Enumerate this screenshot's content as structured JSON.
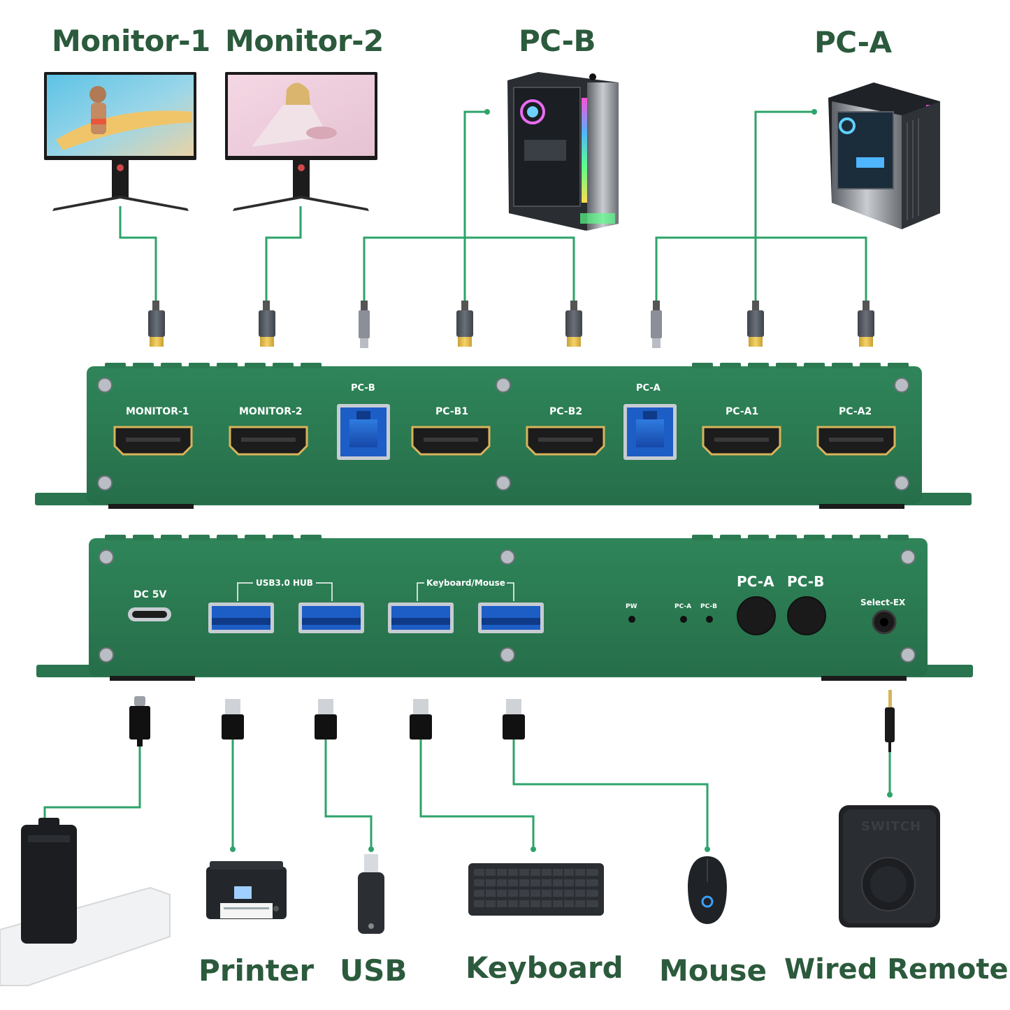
{
  "top_labels": {
    "monitor1": "Monitor-1",
    "monitor2": "Monitor-2",
    "pcb": "PC-B",
    "pca": "PC-A"
  },
  "top_panel": {
    "monitor1": "MONITOR-1",
    "monitor2": "MONITOR-2",
    "pcb_usb": "PC-B",
    "pcb1": "PC-B1",
    "pcb2": "PC-B2",
    "pca_usb": "PC-A",
    "pca1": "PC-A1",
    "pca2": "PC-A2"
  },
  "bottom_panel": {
    "dc": "DC 5V",
    "usb_hub": "USB3.0 HUB",
    "kbm": "Keyboard/Mouse",
    "pw": "PW",
    "led_pca": "PC-A",
    "led_pcb": "PC-B",
    "btn_pca": "PC-A",
    "btn_pcb": "PC-B",
    "select_ex": "Select-EX"
  },
  "bottom_labels": {
    "printer": "Printer",
    "usb": "USB",
    "keyboard": "Keyboard",
    "mouse": "Mouse",
    "remote": "Wired Remote",
    "remote_switch_text": "SWITCH"
  },
  "colors": {
    "panel_green": "#2e7d54",
    "line_green": "#2ea36a",
    "title_green": "#2b5a3c"
  }
}
